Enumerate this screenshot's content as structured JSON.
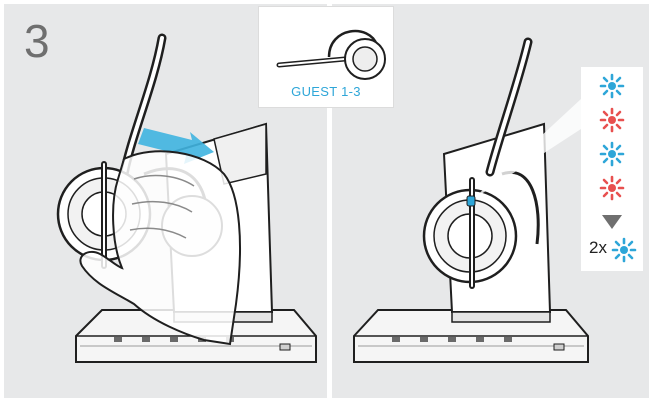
{
  "step": {
    "number": "3"
  },
  "guest_callout": {
    "label": "GUEST 1-3",
    "label_color": "#2ea6d8"
  },
  "led_sequence": {
    "steps": [
      {
        "color_name": "blue",
        "color": "#2ea6d8"
      },
      {
        "color_name": "red",
        "color": "#e8504f"
      },
      {
        "color_name": "blue",
        "color": "#2ea6d8"
      },
      {
        "color_name": "red",
        "color": "#e8504f"
      }
    ],
    "arrow_color": "#6f6f6f",
    "final": {
      "count_label": "2x",
      "color_name": "blue",
      "color": "#2ea6d8"
    }
  },
  "colors": {
    "panel_background": "#e7e8e9",
    "step_number": "#6f6f6f"
  },
  "icons": [
    "led-blink-icon",
    "arrow-down-icon",
    "hand-icon",
    "headset-icon",
    "base-station-icon"
  ]
}
